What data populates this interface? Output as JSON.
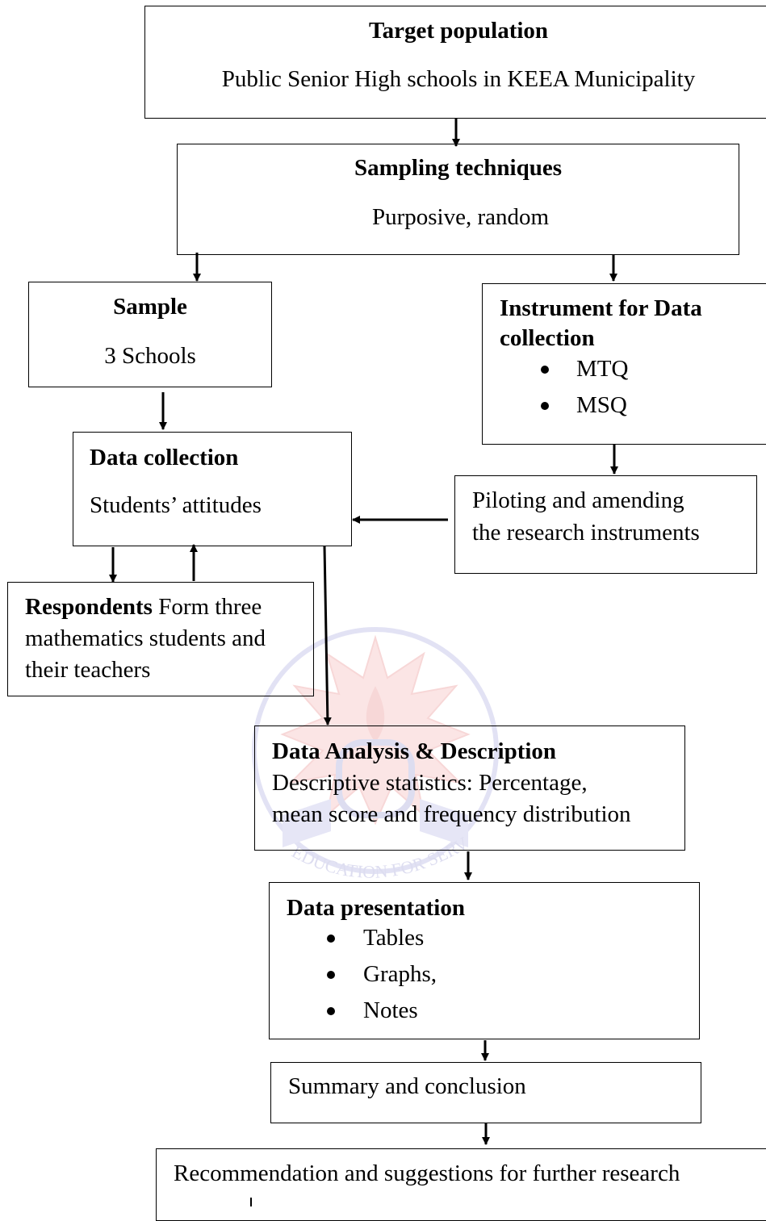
{
  "target": {
    "title": "Target population",
    "text": "Public Senior High schools in KEEA Municipality"
  },
  "sampling": {
    "title": "Sampling techniques",
    "text": "Purposive, random"
  },
  "sample": {
    "title": "Sample",
    "text": "3 Schools"
  },
  "instrument": {
    "title_line1": "Instrument for Data",
    "title_line2": "collection",
    "items": [
      "MTQ",
      "MSQ"
    ]
  },
  "data_collection": {
    "title": "Data collection",
    "text": "Students’ attitudes"
  },
  "piloting": {
    "line1": "Piloting and amending",
    "line2": "the research instruments"
  },
  "respondents": {
    "title": "Respondents",
    "line1_rest": " Form three",
    "line2": "mathematics students and",
    "line3": "their teachers"
  },
  "analysis": {
    "title": "Data Analysis & Description",
    "line1": "Descriptive statistics: Percentage,",
    "line2": "mean score and frequency distribution"
  },
  "presentation": {
    "title": "Data presentation",
    "items": [
      "Tables",
      "Graphs,",
      "Notes"
    ]
  },
  "summary": {
    "text": "Summary and conclusion"
  },
  "recommendation": {
    "text": "Recommendation and suggestions for further research"
  },
  "watermark": {
    "text": "EDUCATION FOR SERVICE",
    "color": "#d9534f"
  }
}
